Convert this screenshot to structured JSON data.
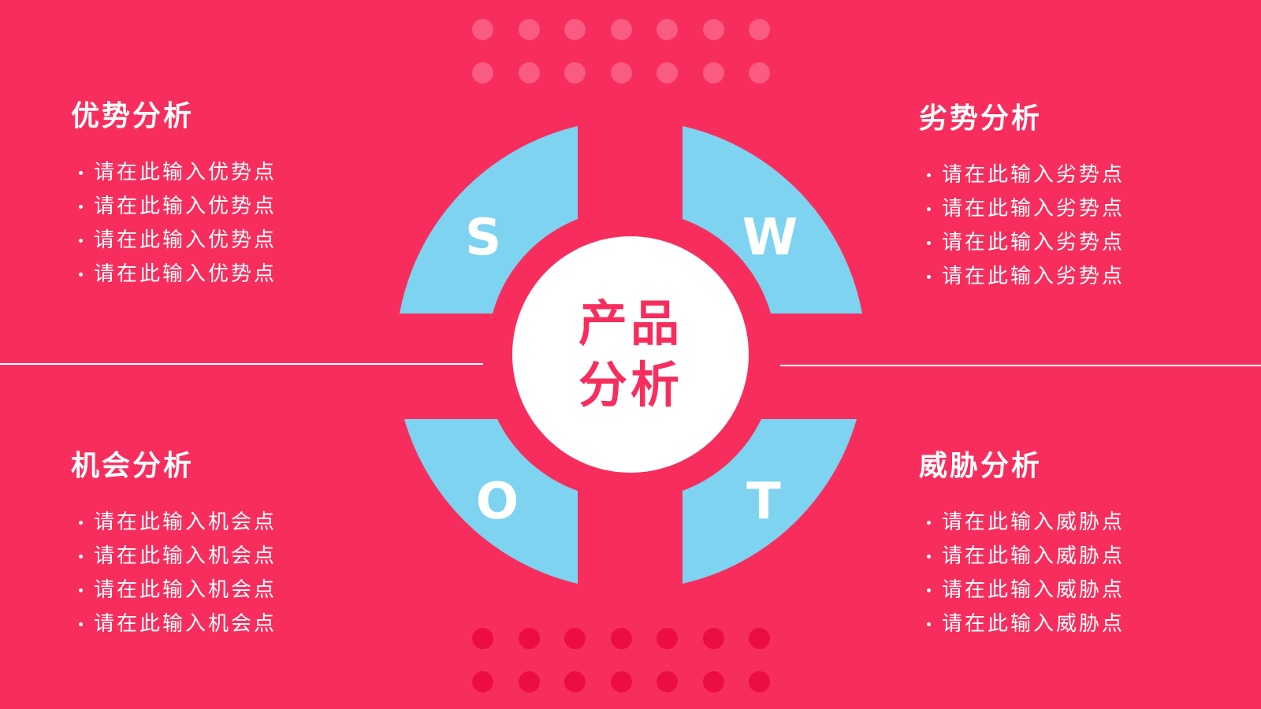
{
  "center": {
    "line1": "产品",
    "line2": "分析"
  },
  "letters": {
    "s": "S",
    "w": "W",
    "o": "O",
    "t": "T"
  },
  "strengths": {
    "title": "优势分析",
    "points": [
      "请在此输入优势点",
      "请在此输入优势点",
      "请在此输入优势点",
      "请在此输入优势点"
    ]
  },
  "weaknesses": {
    "title": "劣势分析",
    "points": [
      "请在此输入劣势点",
      "请在此输入劣势点",
      "请在此输入劣势点",
      "请在此输入劣势点"
    ]
  },
  "opportunities": {
    "title": "机会分析",
    "points": [
      "请在此输入机会点",
      "请在此输入机会点",
      "请在此输入机会点",
      "请在此输入机会点"
    ]
  },
  "threats": {
    "title": "威胁分析",
    "points": [
      "请在此输入威胁点",
      "请在此输入威胁点",
      "请在此输入威胁点",
      "请在此输入威胁点"
    ]
  },
  "colors": {
    "background": "#f72e5d",
    "segment": "#7dd3f0",
    "center_circle": "#ffffff",
    "dots_top": "#fa5b80",
    "dots_bottom": "#ec0d43"
  }
}
